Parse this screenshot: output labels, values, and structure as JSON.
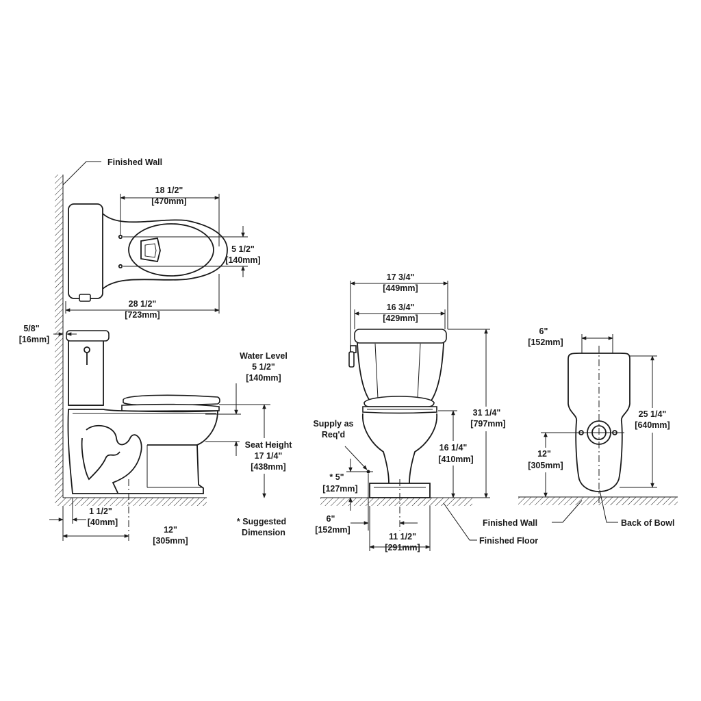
{
  "labels": {
    "finished_wall_top": "Finished Wall",
    "top_width": "18 1/2\"",
    "top_width_mm": "[470mm]",
    "bolt_spacing": "5 1/2\"",
    "bolt_spacing_mm": "[140mm]",
    "overall_depth": "28 1/2\"",
    "overall_depth_mm": "[723mm]",
    "wall_gap": "5/8\"",
    "wall_gap_mm": "[16mm]",
    "water_level_title": "Water Level",
    "water_level": "5 1/2\"",
    "water_level_mm": "[140mm]",
    "seat_height_title": "Seat Height",
    "seat_height": "17 1/4\"",
    "seat_height_mm": "[438mm]",
    "base_offset": "1 1/2\"",
    "base_offset_mm": "[40mm]",
    "rough_in_side": "12\"",
    "rough_in_side_mm": "[305mm]",
    "suggested_note_1": "* Suggested",
    "suggested_note_2": "Dimension",
    "tank_width": "17 3/4\"",
    "tank_width_mm": "[449mm]",
    "lid_width": "16 3/4\"",
    "lid_width_mm": "[429mm]",
    "supply_1": "Supply as",
    "supply_2": "Req'd",
    "supply_height": "* 5\"",
    "supply_height_mm": "[127mm]",
    "supply_offset": "6\"",
    "supply_offset_mm": "[152mm]",
    "overall_height": "31 1/4\"",
    "overall_height_mm": "[797mm]",
    "rim_height": "16 1/4\"",
    "rim_height_mm": "[410mm]",
    "base_width": "11 1/2\"",
    "base_width_mm": "[291mm]",
    "finished_floor": "Finished Floor",
    "finished_wall_bottom": "Finished Wall",
    "back_of_bowl": "Back of Bowl",
    "back_width": "6\"",
    "back_width_mm": "[152mm]",
    "back_height": "25 1/4\"",
    "back_height_mm": "[640mm]",
    "rough_in_back": "12\"",
    "rough_in_back_mm": "[305mm]"
  }
}
